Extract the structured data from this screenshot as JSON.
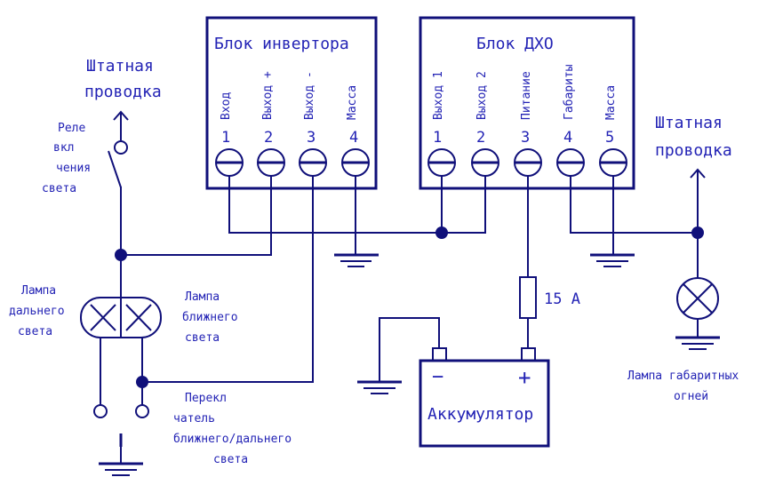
{
  "diagram": {
    "inverter": {
      "title": "Блок инвертора",
      "pins": [
        {
          "label": "Вход",
          "num": "1"
        },
        {
          "label": "Выход +",
          "num": "2"
        },
        {
          "label": "Выход -",
          "num": "3"
        },
        {
          "label": "Масса",
          "num": "4"
        }
      ]
    },
    "dho": {
      "title": "Блок ДХО",
      "pins": [
        {
          "label": "Выход 1",
          "num": "1"
        },
        {
          "label": "Выход 2",
          "num": "2"
        },
        {
          "label": "Питание",
          "num": "3"
        },
        {
          "label": "Габариты",
          "num": "4"
        },
        {
          "label": "Масса",
          "num": "5"
        }
      ]
    },
    "stock_wiring_left": [
      "Штатная",
      "проводка"
    ],
    "stock_wiring_right": [
      "Штатная",
      "проводка"
    ],
    "relay": [
      "Реле",
      "вкл",
      "чения",
      "света"
    ],
    "high_beam_lamp": [
      "Лампа",
      "дальнего",
      "света"
    ],
    "low_beam_lamp": [
      "Лампа",
      "ближнего",
      "света"
    ],
    "switch": [
      "Перекл",
      "чатель",
      "ближнего/дальнего",
      "света"
    ],
    "fuse": "15 A",
    "battery": {
      "label": "Аккумулятор",
      "minus": "−",
      "plus": "+"
    },
    "parking_lamp": [
      "Лампа габаритных",
      "огней"
    ]
  }
}
